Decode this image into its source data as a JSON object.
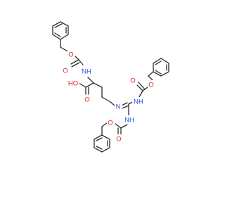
{
  "molecule": {
    "atoms": {
      "o_c1": "O",
      "o_c1_eq": "O",
      "nh_alpha": "NH",
      "ho_acid": "HO",
      "o_acid": "O",
      "n_delta": "N",
      "o_c2": "O",
      "o_c2_eq": "O",
      "nh_guan1": "NH",
      "nh_guan2": "NH",
      "o_c3": "O",
      "o_c3_eq": "O"
    }
  },
  "colors": {
    "bond": "#2b2b2b",
    "oxygen": "#e2231a",
    "nitrogen": "#2b4fe0",
    "background": "#ffffff"
  }
}
